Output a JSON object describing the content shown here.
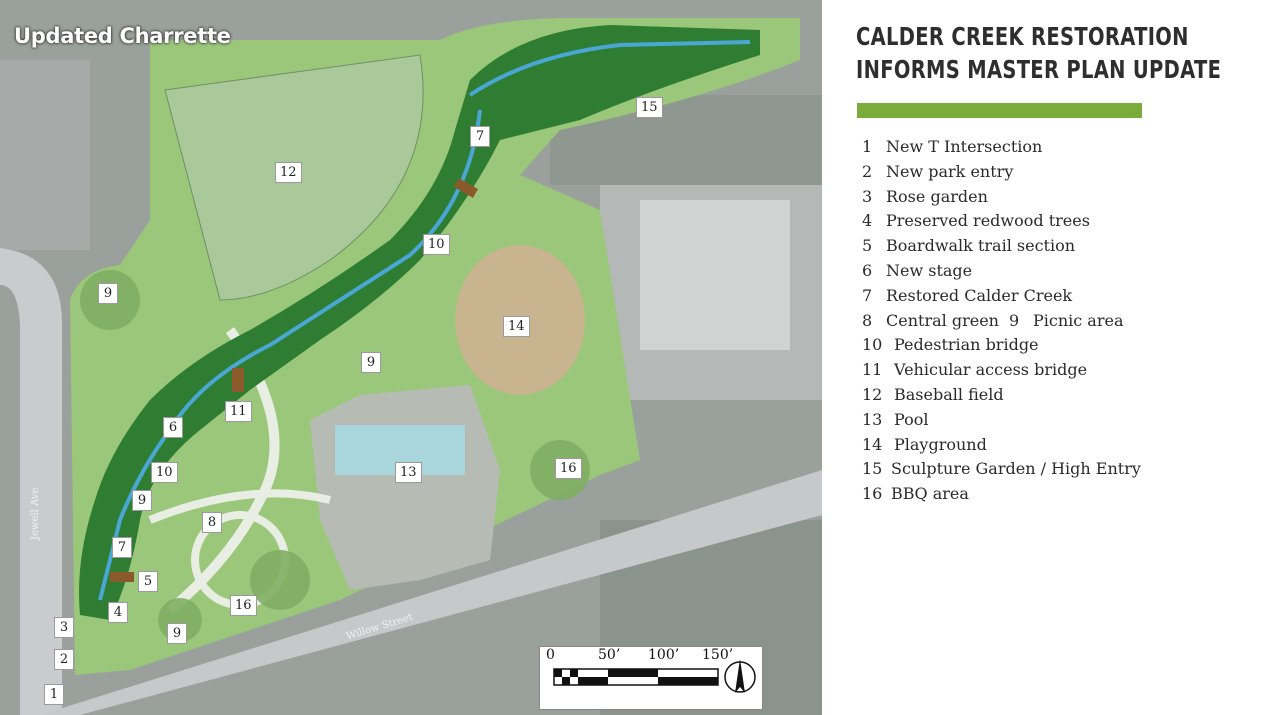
{
  "map": {
    "title": "Updated Charrette",
    "streets": {
      "vertical": "Jewell Ave",
      "horizontal": "Willow Street"
    },
    "site_labels": [
      {
        "id": "12",
        "text": "12"
      },
      {
        "id": "15",
        "text": "15"
      },
      {
        "id": "7a",
        "text": "7"
      },
      {
        "id": "10a",
        "text": "10"
      },
      {
        "id": "9a",
        "text": "9"
      },
      {
        "id": "14",
        "text": "14"
      },
      {
        "id": "9b",
        "text": "9"
      },
      {
        "id": "11",
        "text": "11"
      },
      {
        "id": "6",
        "text": "6"
      },
      {
        "id": "10b",
        "text": "10"
      },
      {
        "id": "13",
        "text": "13"
      },
      {
        "id": "16a",
        "text": "16"
      },
      {
        "id": "9c",
        "text": "9"
      },
      {
        "id": "8",
        "text": "8"
      },
      {
        "id": "7b",
        "text": "7"
      },
      {
        "id": "5",
        "text": "5"
      },
      {
        "id": "4",
        "text": "4"
      },
      {
        "id": "16b",
        "text": "16"
      },
      {
        "id": "3",
        "text": "3"
      },
      {
        "id": "9d",
        "text": "9"
      },
      {
        "id": "2",
        "text": "2"
      },
      {
        "id": "1",
        "text": "1"
      }
    ],
    "scale": {
      "ticks": [
        "0",
        "50’",
        "100’",
        "150’"
      ],
      "north_icon": "north-arrow-icon"
    }
  },
  "panel": {
    "title_line1": "CALDER CREEK RESTORATION",
    "title_line2": "INFORMS MASTER PLAN UPDATE",
    "accent_color": "#7aac3c",
    "legend": [
      {
        "num": "1",
        "label": "New T Intersection"
      },
      {
        "num": "2",
        "label": "New park entry"
      },
      {
        "num": "3",
        "label": "Rose garden"
      },
      {
        "num": "4",
        "label": "Preserved redwood trees"
      },
      {
        "num": "5",
        "label": "Boardwalk trail section"
      },
      {
        "num": "6",
        "label": "New stage"
      },
      {
        "num": "7",
        "label": "Restored Calder Creek"
      },
      {
        "num": "8",
        "label": "Central green",
        "num2": "9",
        "label2": "Picnic area"
      },
      {
        "num": "10",
        "label": "Pedestrian bridge"
      },
      {
        "num": "11",
        "label": "Vehicular access bridge"
      },
      {
        "num": "12",
        "label": "Baseball field"
      },
      {
        "num": "13",
        "label": "Pool"
      },
      {
        "num": "14",
        "label": "Playground"
      },
      {
        "num": "15",
        "label": "Sculpture Garden / High Entry"
      },
      {
        "num": "16",
        "label": "BBQ area"
      }
    ]
  }
}
